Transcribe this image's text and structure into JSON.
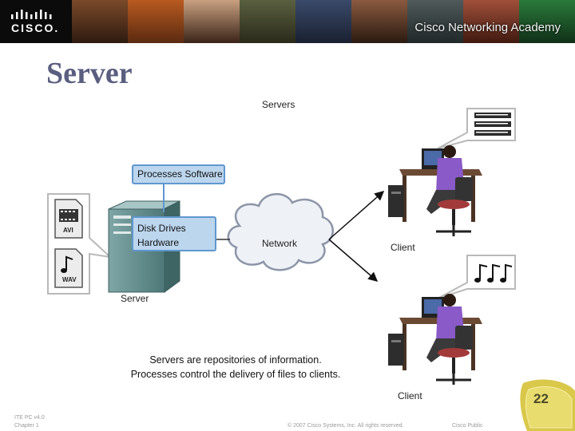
{
  "header": {
    "brand": "CISCO.",
    "academy": "Cisco Networking Academy"
  },
  "slide": {
    "title": "Server"
  },
  "diagram": {
    "servers_label": "Servers",
    "processes_software": "Processes Software",
    "disk_drives": "Disk Drives",
    "hardware": "Hardware",
    "network": "Network",
    "server_label": "Server",
    "client_top": "Client",
    "client_bottom": "Client",
    "file_avi": "AVI",
    "file_wav": "WAV"
  },
  "caption": {
    "line1": "Servers are repositories of information.",
    "line2": "Processes control the delivery of files to clients."
  },
  "footer": {
    "course": "ITE PC v4.0",
    "chapter": "Chapter 1",
    "copyright": "© 2007 Cisco Systems, Inc. All rights reserved.",
    "classification": "Cisco Public",
    "page": "22"
  },
  "colors": {
    "title": "#5a5f80",
    "box_fill": "#bcd6ee",
    "box_border": "#5f97cf",
    "cloud": "#eef1f6"
  }
}
